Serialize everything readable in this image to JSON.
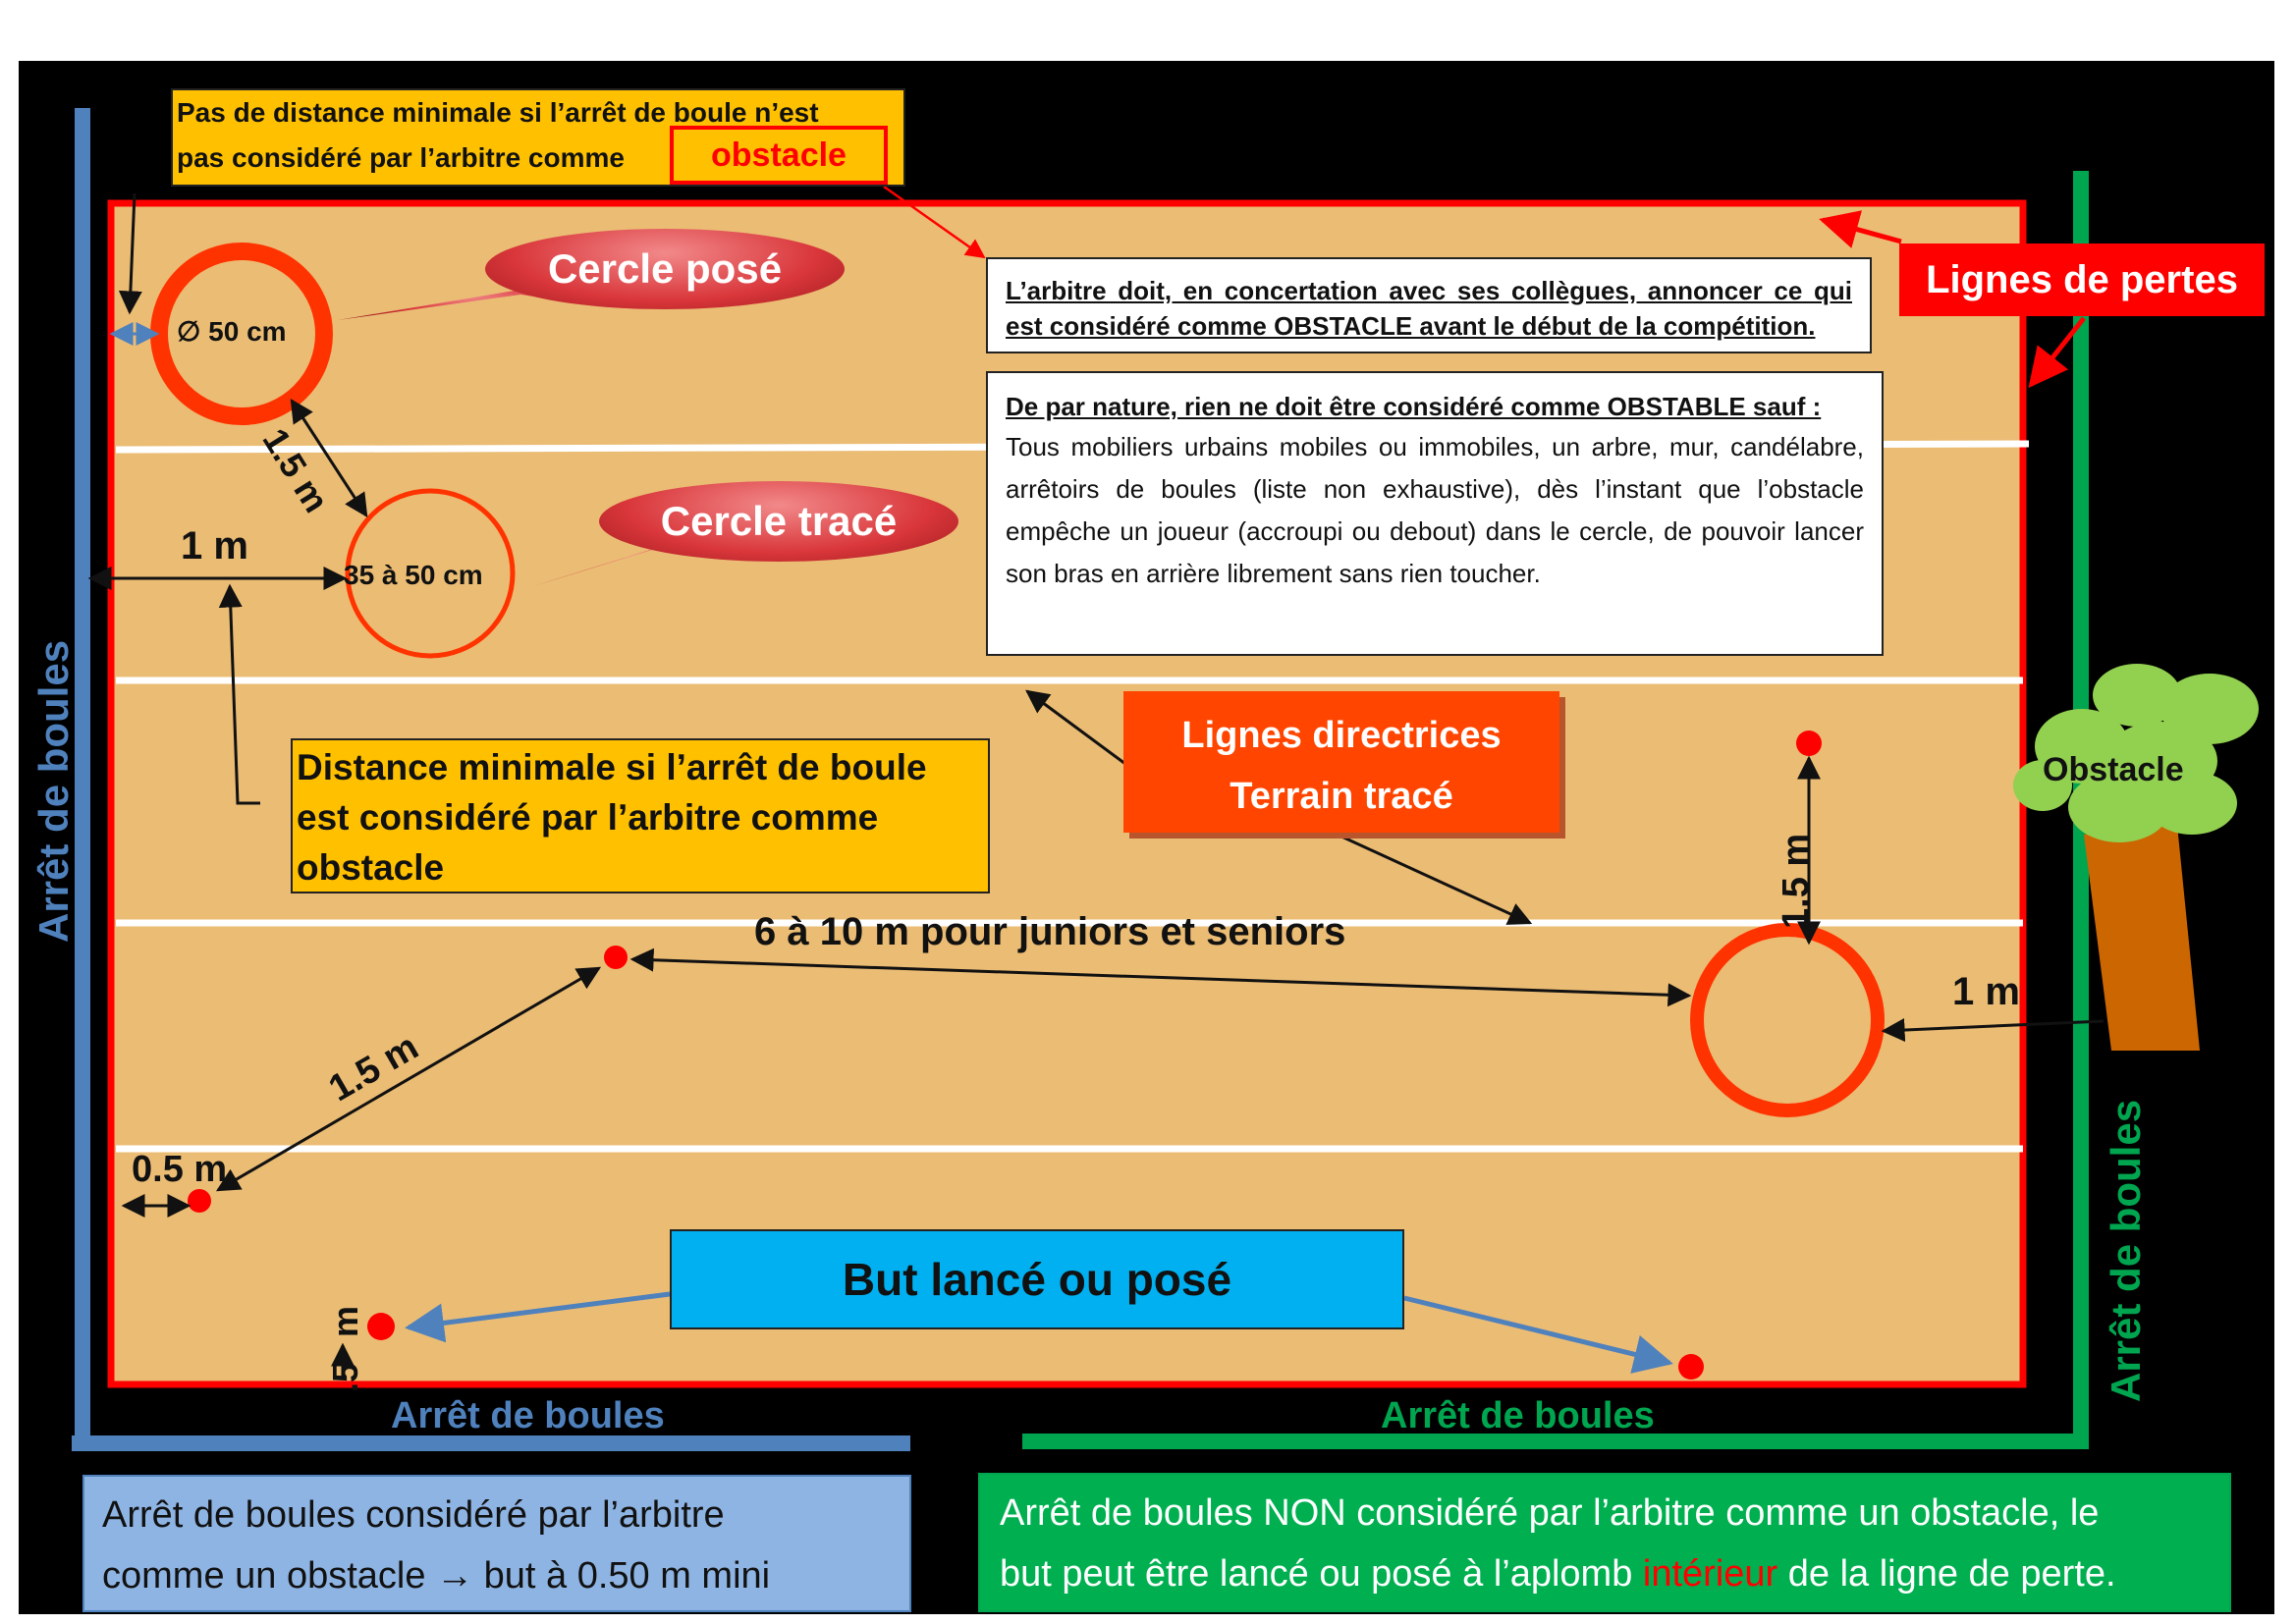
{
  "top_callout": {
    "line1": "Pas de distance minimale si l’arrêt de boule n’est",
    "line2": "pas considéré par l’arbitre comme ",
    "highlight": "obstacle"
  },
  "bubbles": {
    "cercle_pose": "Cercle posé",
    "cercle_trace": "Cercle tracé"
  },
  "circle_labels": {
    "diameter_symbol": "∅",
    "diameter": "50 cm",
    "traced": "35 à 50 cm"
  },
  "measures": {
    "one_five_a": "1.5 m",
    "one_m_left": "1 m",
    "one_five_b": "1.5 m",
    "one_five_c": "1.5 m",
    "half_m": "0.5 m",
    "one_m_right": "1 m",
    "partial_m": "m",
    "partial_5": ".5",
    "six_ten": "6 à 10 m pour juniors et seniors"
  },
  "lignes_de_pertes": "Lignes de pertes",
  "note_arbitre": "L’arbitre doit, en concertation avec ses collègues, annoncer ce qui est considéré comme OBSTACLE avant le début de la compétition.",
  "note_nature": {
    "heading": "De par nature, rien ne doit être considéré comme OBSTABLE sauf :",
    "body": "Tous mobiliers urbains mobiles ou immobiles, un arbre, mur, candélabre, arrêtoirs de boules (liste non exhaustive), dès l’instant que l’obstacle empêche un joueur (accroupi ou debout) dans le cercle, de pouvoir lancer son bras en arrière librement sans rien toucher."
  },
  "lignes_directrices": {
    "line1": "Lignes directrices",
    "line2": "Terrain tracé"
  },
  "distance_minimale": "Distance minimale si l’arrêt de boule est considéré par l’arbitre comme obstacle",
  "but": "But lancé ou posé",
  "obstacle": "Obstacle",
  "arret": {
    "left": "Arrêt de boules",
    "bottom_blue": "Arrêt de boules",
    "bottom_green": "Arrêt de boules",
    "right": "Arrêt de boules"
  },
  "bottom_blue_box": {
    "line1": "Arrêt de boules considéré par l’arbitre",
    "line2a": "comme un obstacle ",
    "arrow": "→",
    "line2b": " but à 0.50 m mini"
  },
  "bottom_green_box": {
    "line1": "Arrêt de boules NON considéré par l’arbitre comme un obstacle, le",
    "line2a": "but peut être lancé ou posé à l’aplomb ",
    "highlight": "intérieur",
    "line2b": " de la ligne de perte."
  },
  "colors": {
    "terrain": "#EBBC74",
    "loss_line": "#FF0000",
    "circle": "#FF3300",
    "blue_stop": "#4F81BD",
    "green_stop": "#00A550",
    "callout": "#FFC000",
    "but_box": "#00B0F0",
    "lignes_box": "#FF4500",
    "bottom_blue": "#8EB4E3",
    "bottom_green": "#00B050"
  }
}
